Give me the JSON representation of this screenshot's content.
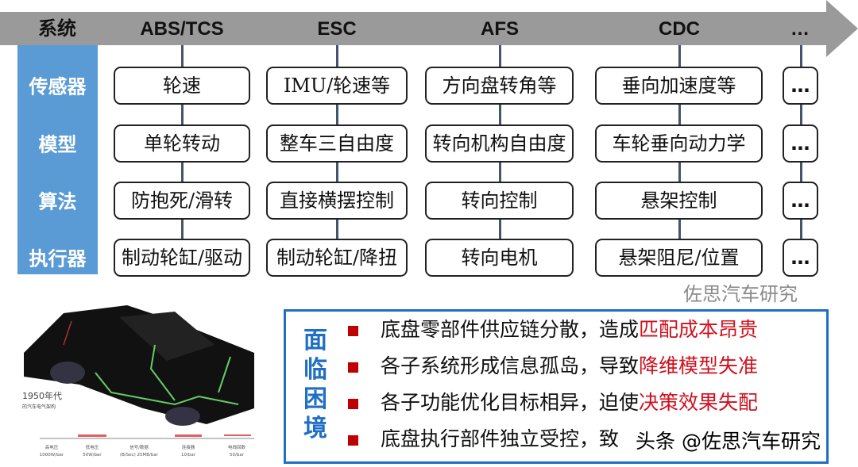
{
  "header": {
    "label": "系统",
    "systems": [
      "ABS/TCS",
      "ESC",
      "AFS",
      "CDC",
      "…"
    ]
  },
  "layers": [
    "传感器",
    "模型",
    "算法",
    "执行器"
  ],
  "grid": [
    [
      "轮速",
      "IMU/轮速等",
      "方向盘转角等",
      "垂向加速度等",
      "…"
    ],
    [
      "单轮转动",
      "整车三自由度",
      "转向机构自由度",
      "车轮垂向动力学",
      "…"
    ],
    [
      "防抱死/滑转",
      "直接横摆控制",
      "转向控制",
      "悬架控制",
      "…"
    ],
    [
      "制动轮缸/驱动",
      "制动轮缸/降扭",
      "转向电机",
      "悬架阻尼/位置",
      "…"
    ]
  ],
  "car_image": {
    "caption_title": "1950年代",
    "caption_sub": "的汽车电气架构",
    "legend": [
      {
        "label": "高电压",
        "value": "1000W/bar"
      },
      {
        "label": "低电压",
        "value": "50W/bar"
      },
      {
        "label": "信号/数据",
        "value": "(B/Sec) 25MB/bar"
      },
      {
        "label": "连接器",
        "value": "10/bar"
      },
      {
        "label": "电线回数",
        "value": "50/bar"
      }
    ]
  },
  "challenges": {
    "title": "面临困境",
    "items": [
      {
        "text": "底盘零部件供应链分散，造成",
        "highlight": "匹配成本昂贵"
      },
      {
        "text": "各子系统形成信息孤岛，导致",
        "highlight": "降维模型失准"
      },
      {
        "text": "各子功能优化目标相异，迫使",
        "highlight": "决策效果失配"
      },
      {
        "text": "底盘执行部件独立受控，致",
        "highlight": ""
      }
    ]
  },
  "watermarks": [
    "佐思汽车研究",
    "头条 @佐思汽车研究"
  ],
  "colors": {
    "band": "#9a9a9a",
    "sidebar": "#5b9bd5",
    "panel_border": "#1f6fc5",
    "highlight": "#d0101e"
  }
}
